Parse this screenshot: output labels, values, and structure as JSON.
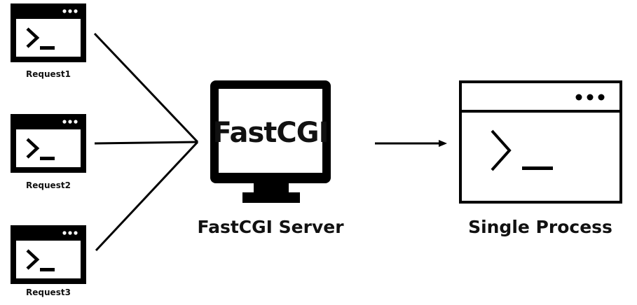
{
  "requests": [
    {
      "label": "Request1"
    },
    {
      "label": "Request2"
    },
    {
      "label": "Request3"
    }
  ],
  "server": {
    "screen_text": "FastCGI",
    "label": "FastCGI Server"
  },
  "process": {
    "label": "Single Process"
  },
  "colors": {
    "stroke": "#000000",
    "background": "#ffffff"
  }
}
